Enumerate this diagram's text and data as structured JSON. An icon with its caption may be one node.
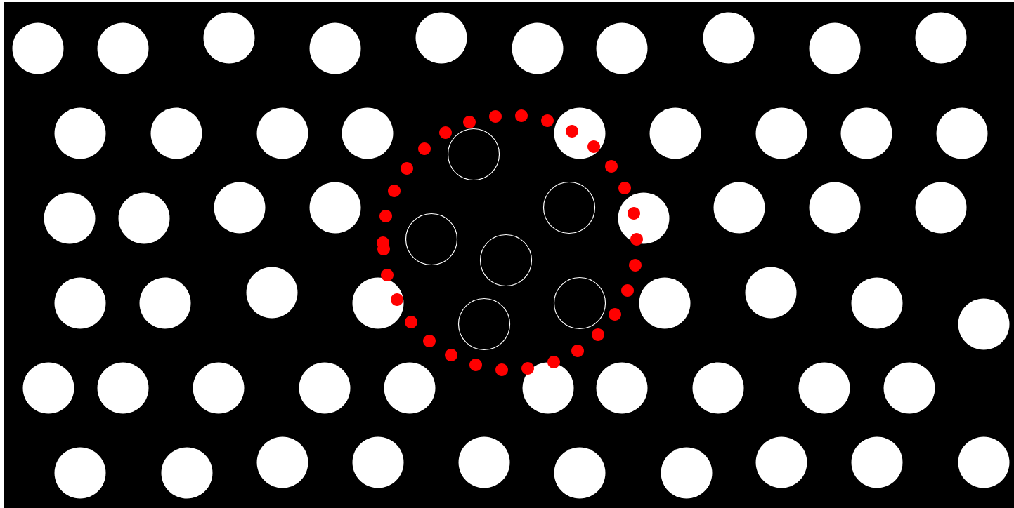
{
  "diagram": {
    "nodes": [
      {
        "text": [],
        "shape": "disc"
      },
      {
        "text": [],
        "shape": "disc"
      },
      {
        "text": [],
        "shape": "disc"
      },
      {
        "text": [],
        "shape": "disc"
      },
      {
        "text": [],
        "shape": "disc"
      },
      {
        "text": [],
        "shape": "disc"
      },
      {
        "text": [],
        "shape": "disc"
      },
      {
        "text": [],
        "shape": "disc"
      },
      {
        "text": [],
        "shape": "disc"
      },
      {
        "text": [],
        "shape": "disc"
      },
      {
        "text": [],
        "shape": "disc"
      },
      {
        "text": [],
        "shape": "disc"
      },
      {
        "text": [],
        "shape": "disc"
      },
      {
        "text": [],
        "shape": "disc"
      },
      {
        "text": [],
        "shape": "circle"
      },
      {
        "text": [],
        "shape": "disc"
      },
      {
        "text": [],
        "shape": "disc"
      },
      {
        "text": [],
        "shape": "disc"
      },
      {
        "text": [],
        "shape": "disc"
      },
      {
        "text": [],
        "shape": "disc"
      },
      {
        "text": [],
        "shape": "disc"
      },
      {
        "text": [],
        "shape": "disc"
      },
      {
        "text": [],
        "shape": "disc"
      },
      {
        "text": [],
        "shape": "disc"
      },
      {
        "text": [],
        "shape": "circle"
      },
      {
        "text": [],
        "shape": "circle"
      },
      {
        "text": [],
        "shape": "circle"
      },
      {
        "text": [],
        "shape": "disc"
      },
      {
        "text": [],
        "shape": "disc"
      },
      {
        "text": [],
        "shape": "disc"
      },
      {
        "text": [],
        "shape": "disc"
      },
      {
        "text": [],
        "shape": "disc"
      },
      {
        "text": [],
        "shape": "disc"
      },
      {
        "text": [],
        "shape": "disc"
      },
      {
        "text": [],
        "shape": "disc"
      },
      {
        "text": [],
        "shape": "circle"
      },
      {
        "text": [],
        "shape": "circle"
      },
      {
        "text": [],
        "shape": "disc"
      },
      {
        "text": [],
        "shape": "disc"
      },
      {
        "text": [],
        "shape": "disc"
      },
      {
        "text": [],
        "shape": "disc"
      },
      {
        "text": [],
        "shape": "disc"
      },
      {
        "text": [],
        "shape": "disc"
      },
      {
        "text": [],
        "shape": "disc"
      },
      {
        "text": [],
        "shape": "disc"
      },
      {
        "text": [],
        "shape": "disc"
      },
      {
        "text": [],
        "shape": "disc"
      },
      {
        "text": [],
        "shape": "disc"
      },
      {
        "text": [],
        "shape": "disc"
      },
      {
        "text": [],
        "shape": "disc"
      },
      {
        "text": [],
        "shape": "disc"
      },
      {
        "text": [],
        "shape": "disc"
      },
      {
        "text": [],
        "shape": "disc"
      },
      {
        "text": [],
        "shape": "disc"
      },
      {
        "text": [],
        "shape": "disc"
      },
      {
        "text": [],
        "shape": "disc"
      },
      {
        "text": [],
        "shape": "disc"
      },
      {
        "text": [],
        "shape": "disc"
      },
      {
        "text": [],
        "shape": "disc"
      },
      {
        "text": [],
        "shape": "disc"
      },
      {
        "text": [],
        "shape": "disc"
      }
    ]
  }
}
